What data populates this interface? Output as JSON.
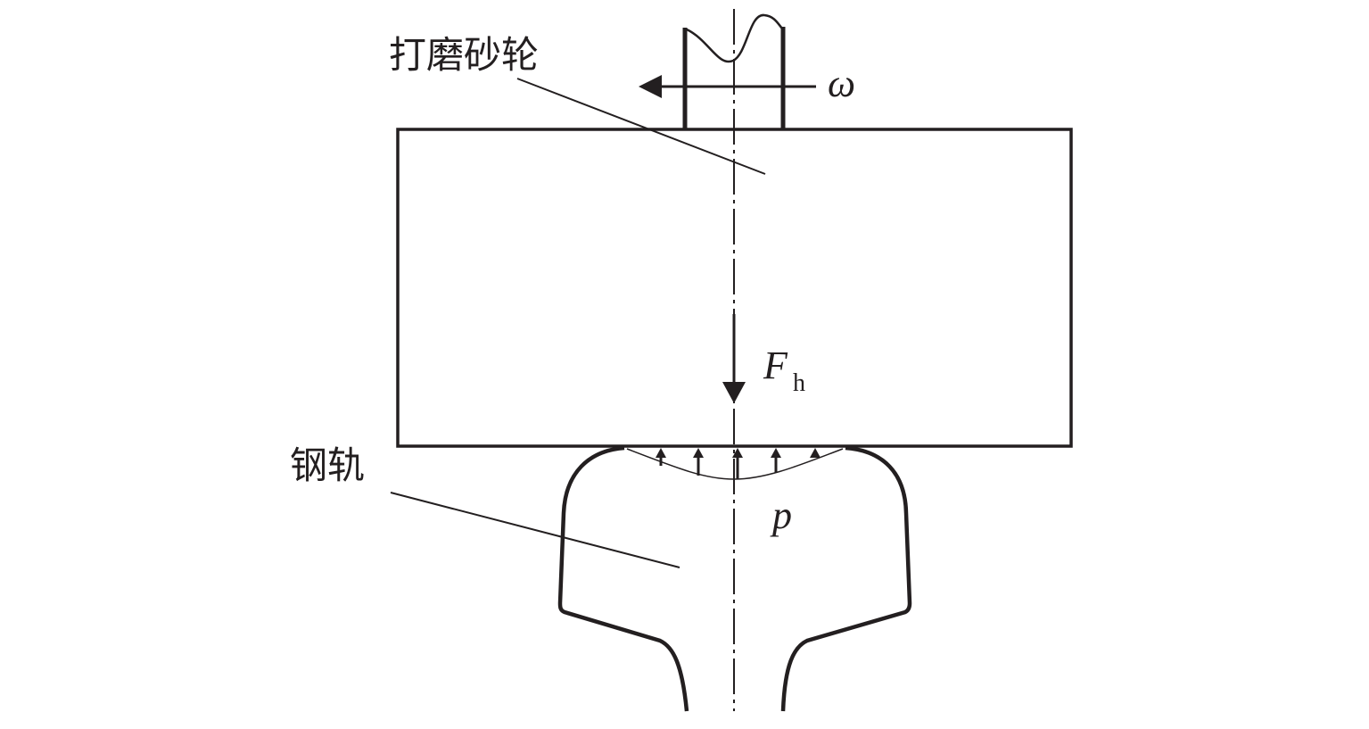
{
  "labels": {
    "grinding_wheel": "打磨砂轮",
    "rail": "钢轨",
    "omega": "ω",
    "force_symbol": "F",
    "force_subscript": "h",
    "pressure": "p"
  },
  "colors": {
    "stroke": "#231f20",
    "background": "#ffffff"
  }
}
